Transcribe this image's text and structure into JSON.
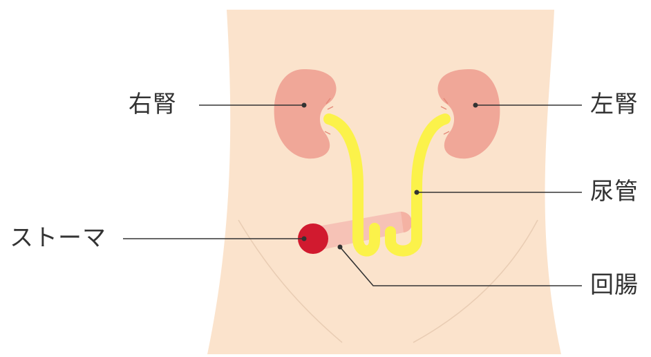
{
  "labels": {
    "right_kidney": "右腎",
    "left_kidney": "左腎",
    "ureter": "尿管",
    "stoma": "ストーマ",
    "ileum": "回腸"
  },
  "colors": {
    "background": "#ffffff",
    "torso_skin": "#fbe3cc",
    "kidney": "#f0a798",
    "ureter": "#fbf24a",
    "ileum": "#f6c2b6",
    "stoma": "#d11a2f",
    "leader_line": "#333333"
  },
  "icons": {
    "torso": "abdomen-outline",
    "kidneys": "kidney-shape",
    "stoma": "red-circle"
  }
}
